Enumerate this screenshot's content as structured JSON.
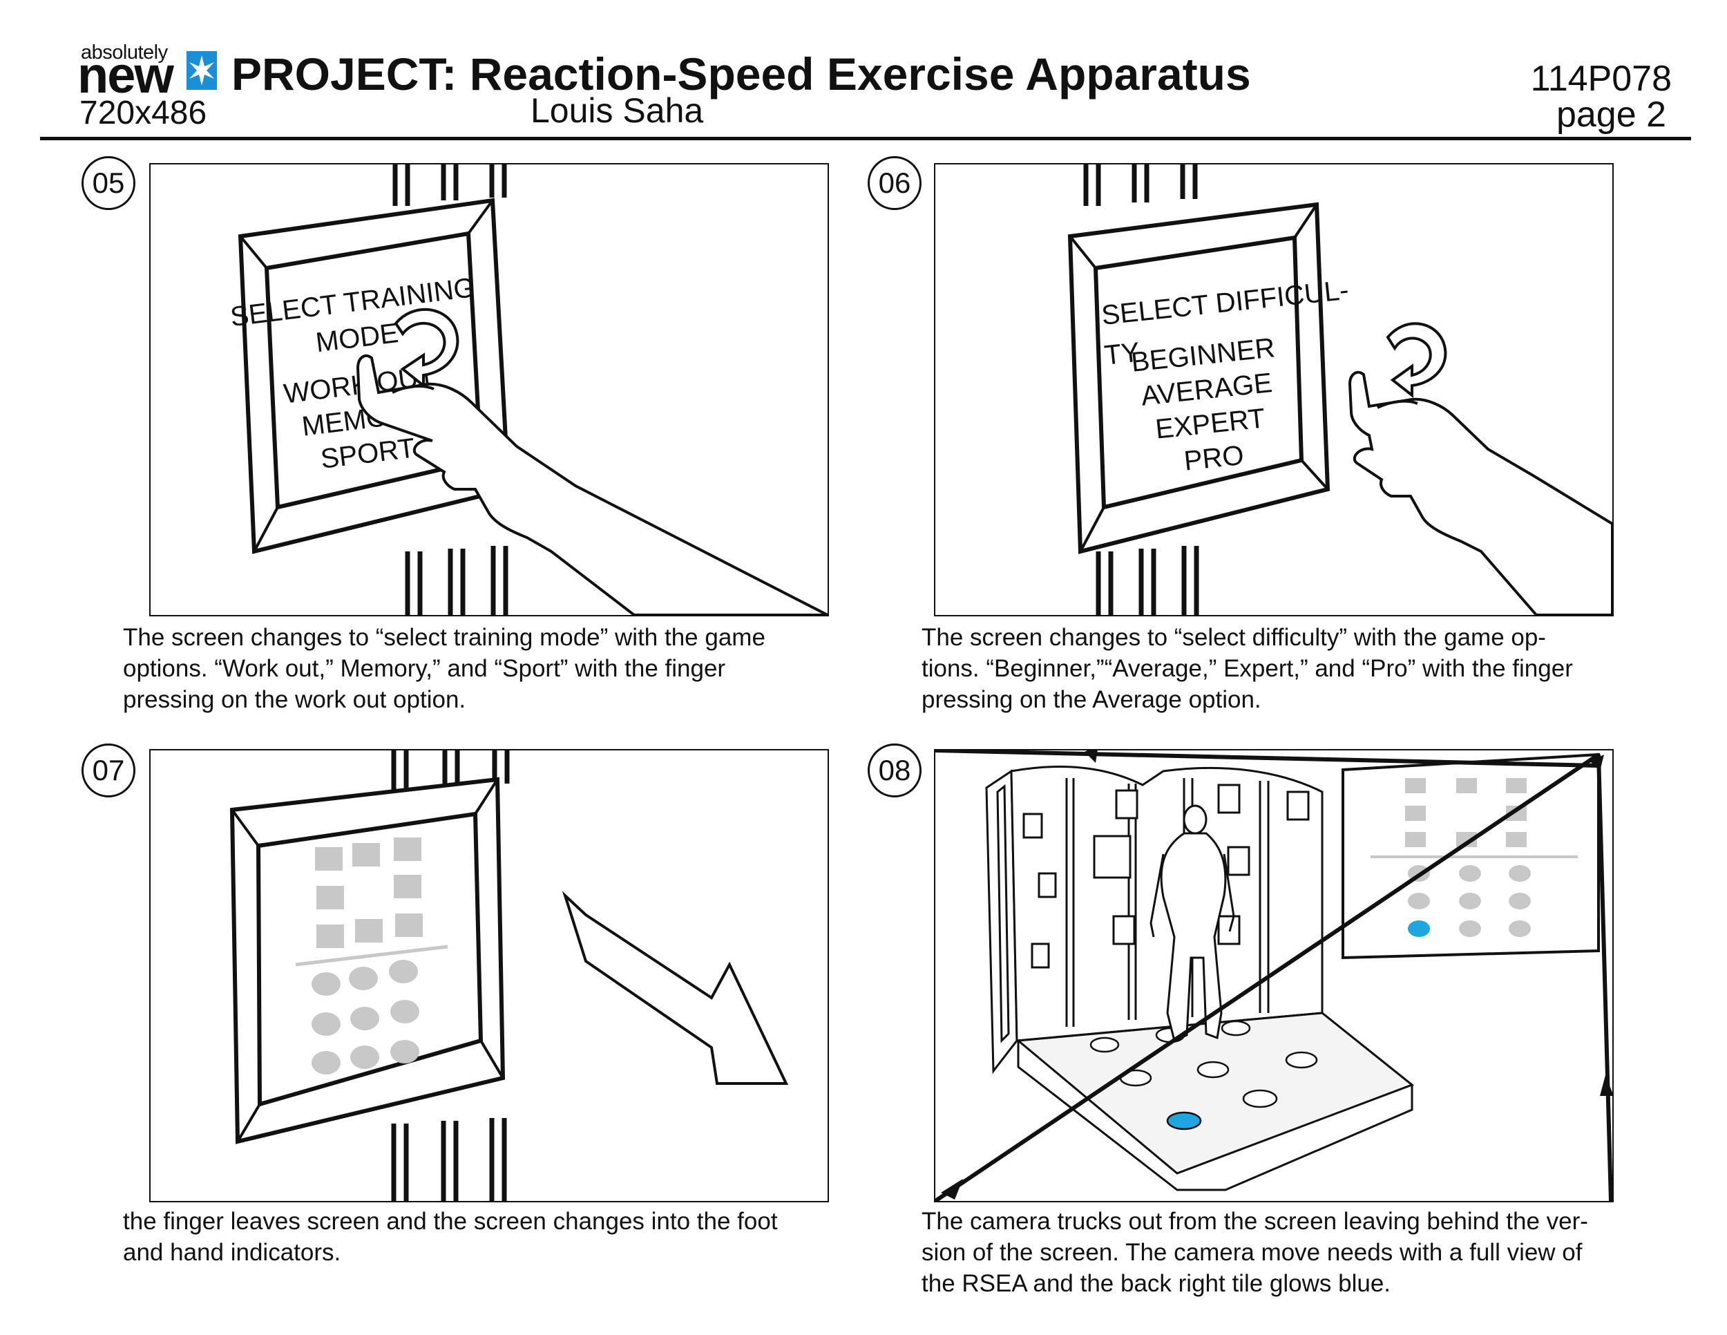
{
  "header": {
    "logo_small": "absolutely",
    "logo_big": "new",
    "resolution": "720x486",
    "project_title": "PROJECT: Reaction-Speed Exercise Apparatus",
    "author": "Louis Saha",
    "project_code": "114P078",
    "page": "page 2"
  },
  "colors": {
    "glow": "#1fa6e0",
    "indicator_gray": "#c8c8c8",
    "logo_blue": "#1a8fd6"
  },
  "panels": [
    {
      "number": "05",
      "screen_title_1": "SELECT TRAINING",
      "screen_title_2": "MODE",
      "options": [
        "WORK OUT",
        "MEMORY",
        "SPORT"
      ],
      "caption_lines": [
        "The screen changes to “select training mode” with the game",
        "options. “Work out,” Memory,” and “Sport” with the finger",
        "pressing on the work out option."
      ]
    },
    {
      "number": "06",
      "screen_title_1": "SELECT DIFFICUL-",
      "screen_title_2": "TY",
      "options": [
        "BEGINNER",
        "AVERAGE",
        "EXPERT",
        "PRO"
      ],
      "caption_lines": [
        "The screen changes to “select difficulty” with the game op-",
        "tions. “Beginner,”“Average,” Expert,” and “Pro” with the finger",
        "pressing on the Average option."
      ]
    },
    {
      "number": "07",
      "caption_lines": [
        "the finger leaves screen and the screen changes into the foot",
        "and hand indicators."
      ]
    },
    {
      "number": "08",
      "caption_lines": [
        "The camera trucks out from the screen leaving behind the ver-",
        "sion of the screen. The camera move needs with a full view of",
        "the RSEA and the back right tile glows blue."
      ]
    }
  ]
}
